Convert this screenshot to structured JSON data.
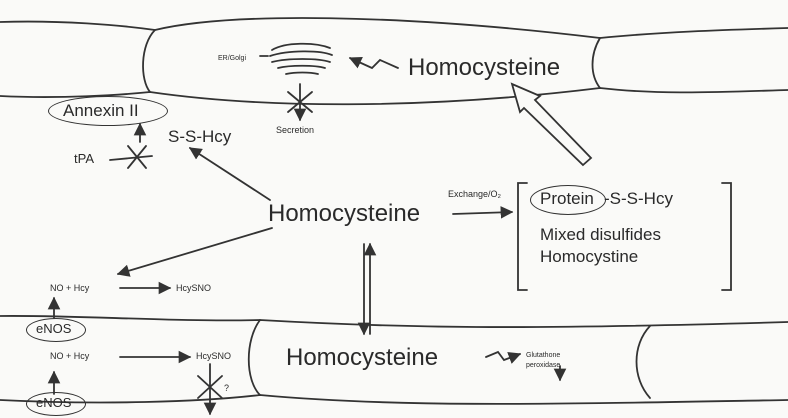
{
  "figure": {
    "er_golgi": "ER/Golgi",
    "homocysteine_top_cell": "Homocysteine",
    "secretion": "Secretion",
    "annexin": "Annexin II",
    "s_s_hcy": "S-S-Hcy",
    "tpa": "tPA",
    "exchange": "Exchange/O₂",
    "homocysteine_center": "Homocysteine",
    "protein": "Protein",
    "protein_suffix": "-S-S-Hcy",
    "mixed_disulfides": "Mixed disulfides",
    "homocystine": "Homocystine",
    "no_hcy_upper": "NO + Hcy",
    "hcysno_upper": "HcySNO",
    "enos_upper": "eNOS",
    "no_hcy_lower": "NO + Hcy",
    "hcysno_lower": "HcySNO",
    "enos_lower": "eNOS",
    "question_mark": "?",
    "homocysteine_bottom_cell": "Homocysteine",
    "glutathione": "Glutathone",
    "peroxidase": "peroxidase"
  },
  "colors": {
    "line": "#333333",
    "text": "#2a2a2a",
    "background": "#fafaf8"
  }
}
